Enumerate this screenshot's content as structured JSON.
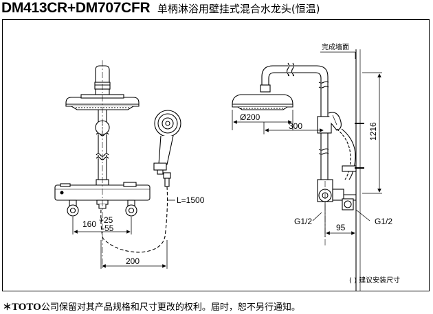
{
  "header": {
    "model": "DM413CR+DM707CFR",
    "title_cn": "单柄淋浴用壁挂式混合水龙头(恒温)"
  },
  "front_view": {
    "hose_label": "L=1500",
    "dim_center": "160",
    "dim_tol_plus": "+25",
    "dim_tol_minus": "-55",
    "dim_bottom": "200"
  },
  "side_view": {
    "wall_label": "完成墙面",
    "dim_diameter": "Ø200",
    "dim_width": "300",
    "dim_height": "1216",
    "thread_left": "G1/2",
    "thread_right": "G1/2",
    "dim_depth": "95"
  },
  "legend_note": "( ) 建议安装尺寸",
  "footer": {
    "mark": "＊",
    "brand": "TOTO",
    "text": "公司保留对其产品规格和尺寸更改的权利。届时，恕不另行通知。"
  }
}
